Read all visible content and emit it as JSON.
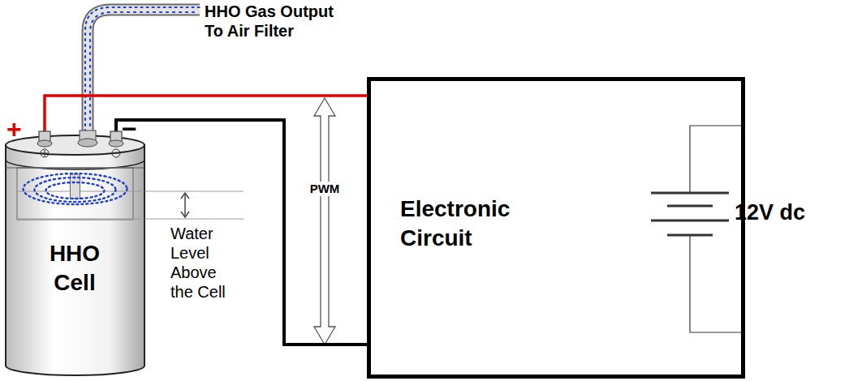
{
  "diagram": {
    "nodes": [
      {
        "text": [
          "HHO Cell"
        ]
      },
      {
        "text": [
          "Electronic Circuit"
        ]
      }
    ],
    "edges": [
      {
        "from": 0,
        "to": 1,
        "arrow": "none"
      },
      {
        "from": 0,
        "to": 1,
        "arrow": "none"
      }
    ],
    "labels": [
      "HHO Gas Output To Air Filter",
      "+",
      "−",
      "PWM",
      "Water Level Above the Cell",
      "12V dc"
    ]
  }
}
